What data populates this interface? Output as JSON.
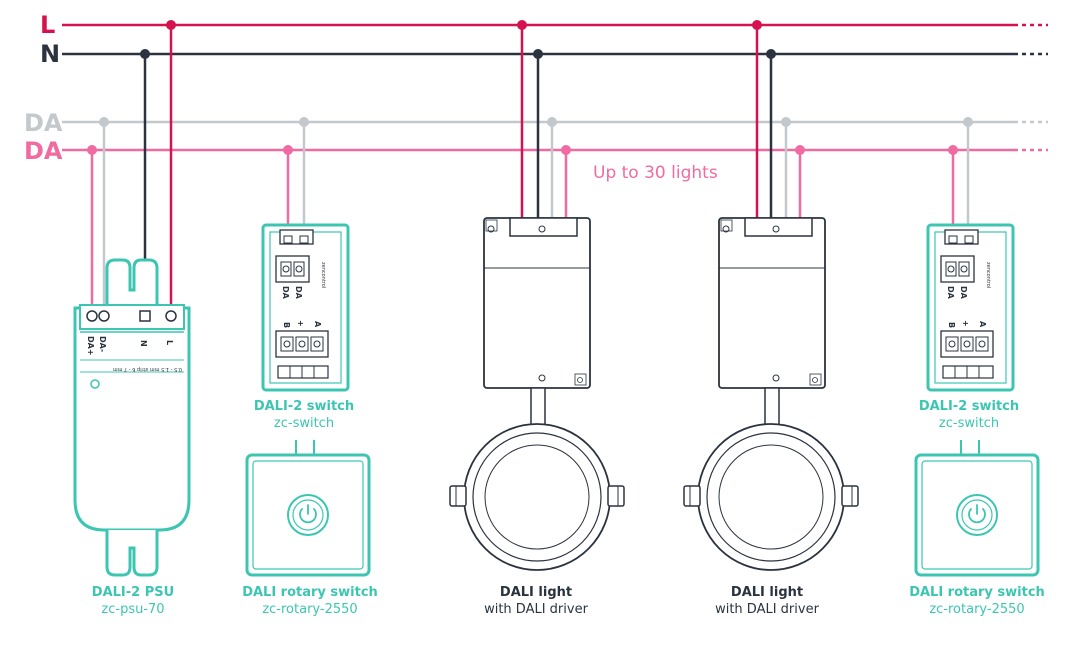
{
  "colors": {
    "line_l": "#d5124f",
    "line_n": "#2b3340",
    "line_da_grey": "#c3c8cc",
    "line_da_pink": "#f06ba1",
    "teal": "#3cc6b2",
    "outline": "#2b3340"
  },
  "bus": {
    "l_label": "L",
    "n_label": "N",
    "da1_label": "DA",
    "da2_label": "DA"
  },
  "note": "Up to 30 lights",
  "psu": {
    "name": "DALI-2 PSU",
    "model": "zc-psu-70",
    "terminal_dap": "DA+",
    "terminal_dam": "DA-",
    "terminal_n": "N",
    "terminal_l": "L",
    "spec": "0.5 - 1.5 mm  strip 6 - 7 mm"
  },
  "switch_left": {
    "name": "DALI-2 switch",
    "model": "zc-switch",
    "brand": "zencontrol",
    "da1": "DA",
    "da2": "DA",
    "b": "B",
    "plus": "+",
    "a": "A"
  },
  "switch_right": {
    "name": "DALI-2 switch",
    "model": "zc-switch",
    "brand": "zencontrol",
    "da1": "DA",
    "da2": "DA",
    "b": "B",
    "plus": "+",
    "a": "A"
  },
  "rotary_left": {
    "name": "DALI rotary switch",
    "model": "zc-rotary-2550",
    "icon": "power-icon"
  },
  "rotary_right": {
    "name": "DALI rotary switch",
    "model": "zc-rotary-2550",
    "icon": "power-icon"
  },
  "light_1": {
    "name": "DALI light",
    "desc": "with DALI driver"
  },
  "light_2": {
    "name": "DALI light",
    "desc": "with DALI driver"
  }
}
